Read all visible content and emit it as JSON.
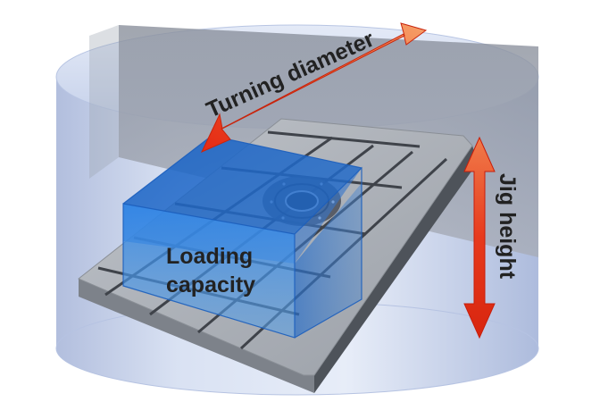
{
  "diagram": {
    "labels": {
      "turning_diameter": "Turning diameter",
      "jig_height": "Jig height",
      "loading_line1": "Loading",
      "loading_line2": "capacity"
    },
    "colors": {
      "cylinder_fill": "#c9d6ee",
      "cylinder_edge": "#9aabd0",
      "table_top": "#a9aeb6",
      "table_side": "#5f646c",
      "table_groove": "#3b3f46",
      "load_box": "#1a6fd6",
      "arrow_red": "#e8321c",
      "arrow_orange": "#f39a5a",
      "label_text": "#222222"
    },
    "icons": {
      "turning_arrow": "double-arrow-icon",
      "height_arrow": "double-arrow-icon",
      "spindle": "circular-hub-icon"
    }
  }
}
